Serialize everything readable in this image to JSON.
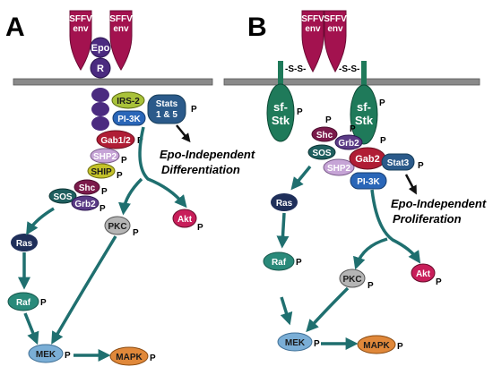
{
  "panels": {
    "A": {
      "letter": "A",
      "env1": [
        "SFFV",
        "env"
      ],
      "env2": [
        "SFFV",
        "env"
      ],
      "epo": "Epo",
      "r": "R",
      "irs2": "IRS-2",
      "pi3k": "PI-3K",
      "stats": [
        "Stats",
        "1 & 5"
      ],
      "gab": "Gab1/2",
      "shp2": "SHP2",
      "ship": "SHIP",
      "shc": "Shc",
      "sos": "SOS",
      "grb2": "Grb2",
      "ras": "Ras",
      "raf": "Raf",
      "mek": "MEK",
      "mapk": "MAPK",
      "pkc": "PKC",
      "akt": "Akt",
      "outcome": [
        "Epo-Independent",
        "Differentiation"
      ]
    },
    "B": {
      "letter": "B",
      "env1": [
        "SFFV",
        "env"
      ],
      "env2": [
        "SFFV",
        "env"
      ],
      "ss1": "-S-S-",
      "ss2": "-S-S-",
      "stk1": [
        "sf-",
        "Stk"
      ],
      "stk2": [
        "sf-",
        "Stk"
      ],
      "shc": "Shc",
      "grb2": "Grb2",
      "sos": "SOS",
      "shp2": "SHP2",
      "gab2": "Gab2",
      "stat3": "Stat3",
      "pi3k": "PI-3K",
      "ras": "Ras",
      "raf": "Raf",
      "mek": "MEK",
      "mapk": "MAPK",
      "pkc": "PKC",
      "akt": "Akt",
      "outcome": [
        "Epo-Independent",
        "Proliferation"
      ]
    }
  },
  "phospho_label": "P",
  "colors": {
    "env": "#a3124f",
    "arrow": "#1f6f6f",
    "membrane": "#8a8a8a",
    "epo": "#4b2b80",
    "irs2": "#a9c23a",
    "pi3k": "#2a66b8",
    "stats": "#2b5a8a",
    "gab": "#b01d35",
    "shp2": "#c6a4d6",
    "ship": "#c4c22a",
    "shc": "#7b1a4b",
    "sos": "#1f5f5f",
    "grb2": "#5b3b86",
    "ras": "#1f2f5a",
    "raf": "#2a8a7a",
    "mek": "#7aaed6",
    "mapk": "#e0883a",
    "pkc": "#b5b5b5",
    "akt": "#c81e5a",
    "stk": "#1f7a5a"
  }
}
